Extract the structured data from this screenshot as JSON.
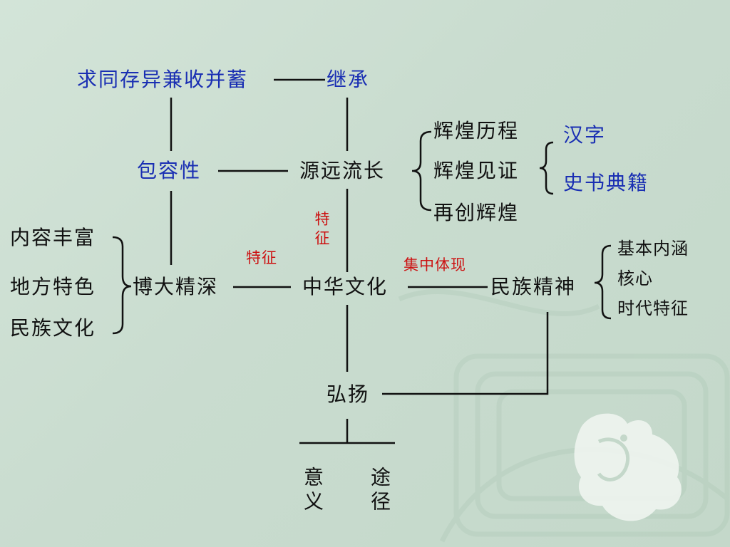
{
  "slide": {
    "nodes": {
      "qiutong": "求同存异兼收并蓄",
      "jicheng": "继承",
      "baorongxing": "包容性",
      "yuanyuan": "源远流长",
      "huihuang_licheng": "辉煌历程",
      "huihuang_jianzheng": "辉煌见证",
      "zaichuang": "再创辉煌",
      "hanzi": "汉字",
      "shishu": "史书典籍",
      "neirong": "内容丰富",
      "difang": "地方特色",
      "minzu_wenhua": "民族文化",
      "boda": "博大精深",
      "zhonghua": "中华文化",
      "minzu_jingshen": "民族精神",
      "jiben": "基本内涵",
      "hexin": "核心",
      "shidai": "时代特征",
      "hongyang": "弘扬",
      "yiyi": "意义",
      "tujing": "途径"
    },
    "labels": {
      "tezheng_left": "特征",
      "tezheng_vertical": "特征",
      "jizhong": "集中体现"
    },
    "colors": {
      "highlight": "#1a2fb3",
      "label": "#cc1111",
      "text": "#111111",
      "background": "#cde0d2"
    }
  }
}
